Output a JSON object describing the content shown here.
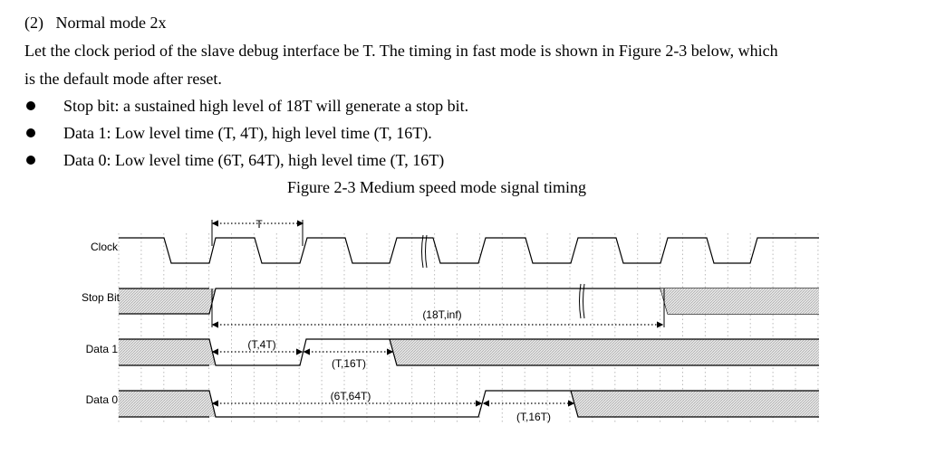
{
  "heading": "(2)   Normal mode 2x",
  "paragraph_line1": "Let the clock period of the slave debug interface be T. The timing in fast mode is shown in Figure 2-3 below, which",
  "paragraph_line2": "is the default mode after reset.",
  "bullets": [
    "Stop bit: a sustained high level of 18T will generate a stop bit.",
    "Data 1: Low level time (T, 4T), high level time (T, 16T).",
    "Data 0: Low level time (6T, 64T), high level time (T, 16T)"
  ],
  "figure": {
    "caption": "Figure 2-3 Medium speed mode signal timing",
    "signals": [
      "Clock",
      "Stop Bit",
      "Data 1",
      "Data 0"
    ],
    "annotations": {
      "clock_period": "T",
      "stop_high": "(18T,inf)",
      "data1_low": "(T,4T)",
      "data1_high": "(T,16T)",
      "data0_low": "(6T,64T)",
      "data0_high": "(T,16T)"
    }
  }
}
